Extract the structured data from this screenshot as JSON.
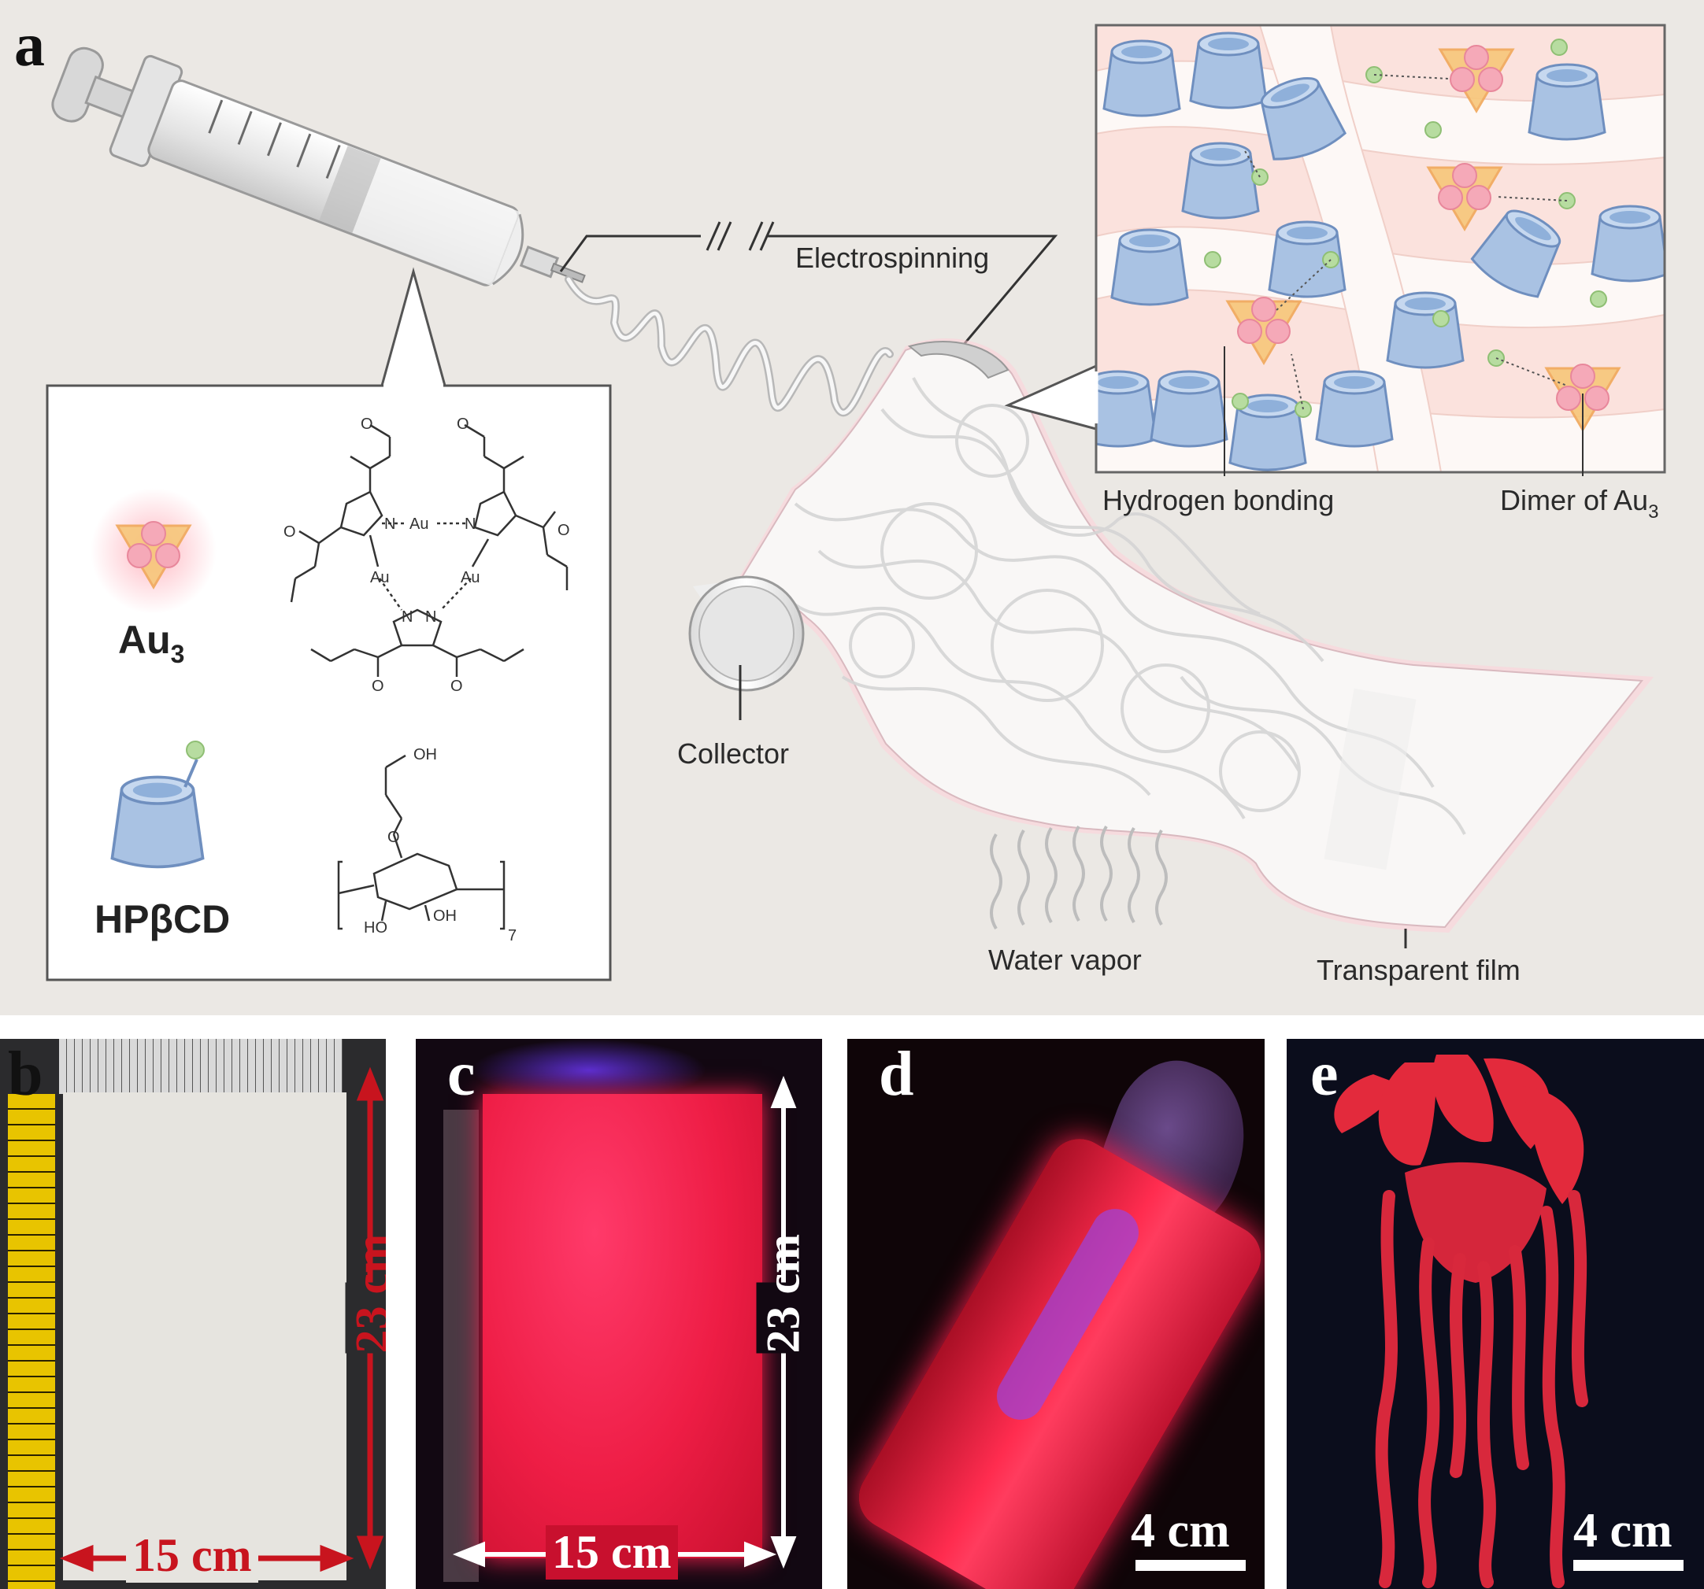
{
  "panel_labels": {
    "a": "a",
    "b": "b",
    "c": "c",
    "d": "d",
    "e": "e"
  },
  "schematic": {
    "electrospinning": "Electrospinning",
    "collector": "Collector",
    "water_vapor": "Water vapor",
    "transparent_film": "Transparent film",
    "hydrogen_bonding": "Hydrogen bonding",
    "dimer_of_au3": "Dimer of Au",
    "dimer_subscript": "3",
    "au3": "Au",
    "au3_subscript": "3",
    "hpbcd": "HPβCD",
    "chem_au": "Au",
    "chem_n": "N",
    "chem_oh": "OH",
    "chem_ho": "HO",
    "chem_o": "O",
    "chem_repeat": "7"
  },
  "photos": {
    "b_width": "15 cm",
    "b_height": "23 cm",
    "c_width": "15 cm",
    "c_height": "23 cm",
    "d_scale": "4 cm",
    "e_scale": "4 cm"
  },
  "colors": {
    "background_a": "#ebe8e4",
    "luminescence_red": "#e8203c",
    "cyclodextrin_blue": "#9ab8dc",
    "au3_orange": "#f7c77a",
    "au_pink": "#f5a9b8",
    "hydroxyl_green": "#b7dca0",
    "measure_red": "#c8141e"
  }
}
